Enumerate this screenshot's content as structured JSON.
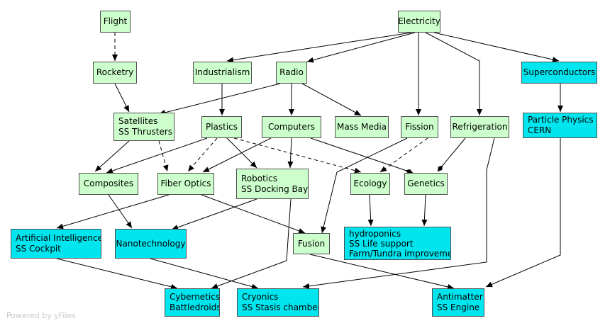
{
  "watermark": "Powered by yFiles",
  "colors": {
    "tech": "#ccffcc",
    "goal": "#00e5ee",
    "border": "#4f4f4f",
    "edge": "#000000"
  },
  "nodes": {
    "flight": [
      "Flight"
    ],
    "electricity": [
      "Electricity"
    ],
    "rocketry": [
      "Rocketry"
    ],
    "industrialism": [
      "Industrialism"
    ],
    "radio": [
      "Radio"
    ],
    "superconductors": [
      "Superconductors"
    ],
    "satellites": [
      "Satellites",
      "SS Thrusters"
    ],
    "plastics": [
      "Plastics"
    ],
    "computers": [
      "Computers"
    ],
    "mass_media": [
      "Mass Media"
    ],
    "fission": [
      "Fission"
    ],
    "refrigeration": [
      "Refrigeration"
    ],
    "particle_physics": [
      "Particle Physics",
      "CERN"
    ],
    "composites": [
      "Composites"
    ],
    "fiber_optics": [
      "Fiber Optics"
    ],
    "robotics": [
      "Robotics",
      "SS Docking Bay"
    ],
    "ecology": [
      "Ecology"
    ],
    "genetics": [
      "Genetics"
    ],
    "ai": [
      "Artificial Intelligence",
      "SS Cockpit"
    ],
    "nanotechnology": [
      "Nanotechnology"
    ],
    "fusion": [
      "Fusion"
    ],
    "hydroponics": [
      "hydroponics",
      "SS Life support",
      "Farm/Tundra improvement"
    ],
    "cybernetics": [
      "Cybernetics",
      "Battledroids"
    ],
    "cryonics": [
      "Cryonics",
      "SS Stasis chamber"
    ],
    "antimatter": [
      "Antimatter",
      "SS Engine"
    ]
  }
}
